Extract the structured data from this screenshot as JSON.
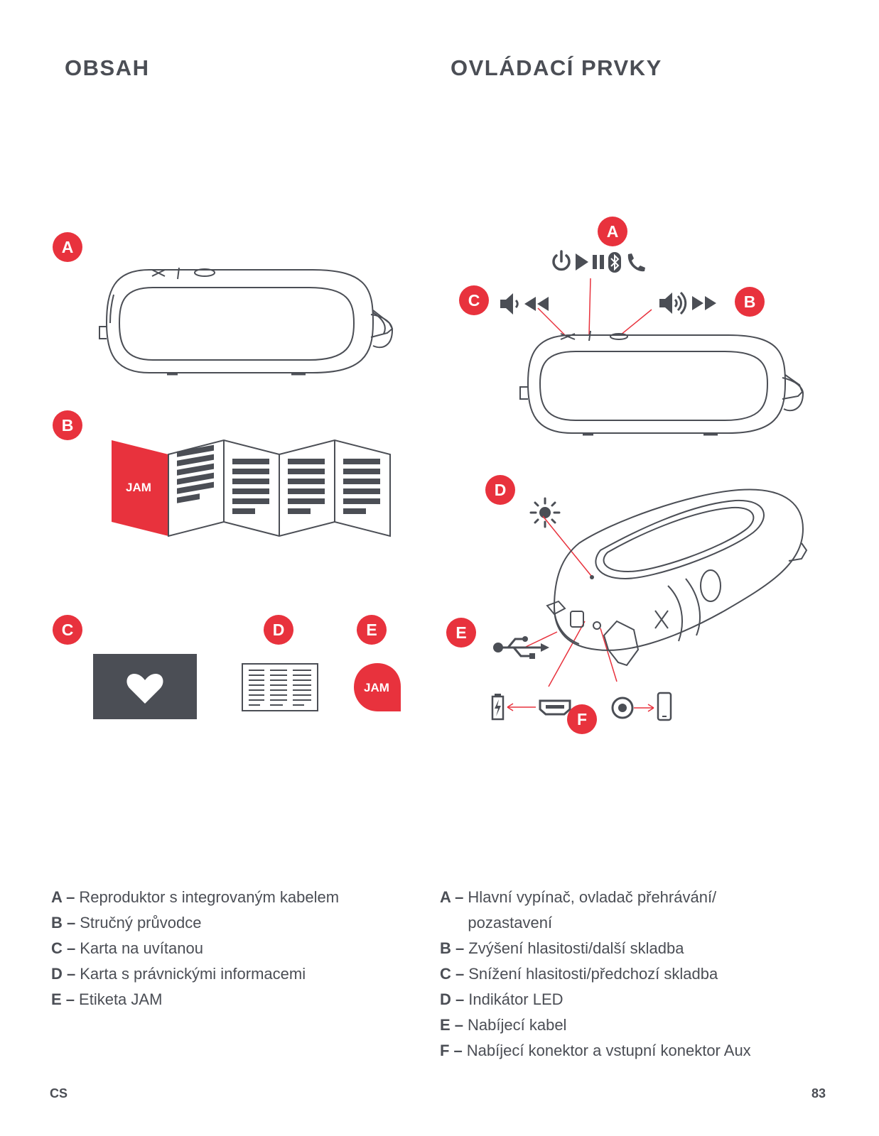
{
  "headings": {
    "left": "OBSAH",
    "right": "OVLÁDACÍ PRVKY"
  },
  "badges": {
    "a": "A",
    "b": "B",
    "c": "C",
    "d": "D",
    "e": "E",
    "f": "F"
  },
  "brand": {
    "logo_text": "JAM",
    "accent": "#e8323d",
    "dark": "#4b4e55"
  },
  "icons": [
    "power-icon",
    "play-icon",
    "pause-icon",
    "bluetooth-icon",
    "phone-icon",
    "volume-down-icon",
    "rewind-icon",
    "volume-up-icon",
    "fast-forward-icon",
    "led-light-icon",
    "usb-icon",
    "battery-icon",
    "micro-usb-port-icon",
    "aux-port-icon",
    "smartphone-icon",
    "heart-icon"
  ],
  "legend_left": [
    {
      "key": "A –",
      "text": "Reproduktor s integrovaným kabelem"
    },
    {
      "key": "B –",
      "text": "Stručný průvodce"
    },
    {
      "key": "C –",
      "text": "Karta na uvítanou"
    },
    {
      "key": "D –",
      "text": "Karta s právnickými informacemi"
    },
    {
      "key": "E –",
      "text": "Etiketa JAM"
    }
  ],
  "legend_right": [
    {
      "key": "A –",
      "text": "Hlavní vypínač, ovladač přehrávání/ pozastavení"
    },
    {
      "key": "B –",
      "text": "Zvýšení hlasitosti/další skladba"
    },
    {
      "key": "C –",
      "text": "Snížení hlasitosti/předchozí skladba"
    },
    {
      "key": "D –",
      "text": "Indikátor LED"
    },
    {
      "key": "E –",
      "text": "Nabíjecí kabel"
    },
    {
      "key": "F –",
      "text": "Nabíjecí konektor a vstupní konektor Aux"
    }
  ],
  "footer": {
    "lang": "CS",
    "page": "83"
  }
}
